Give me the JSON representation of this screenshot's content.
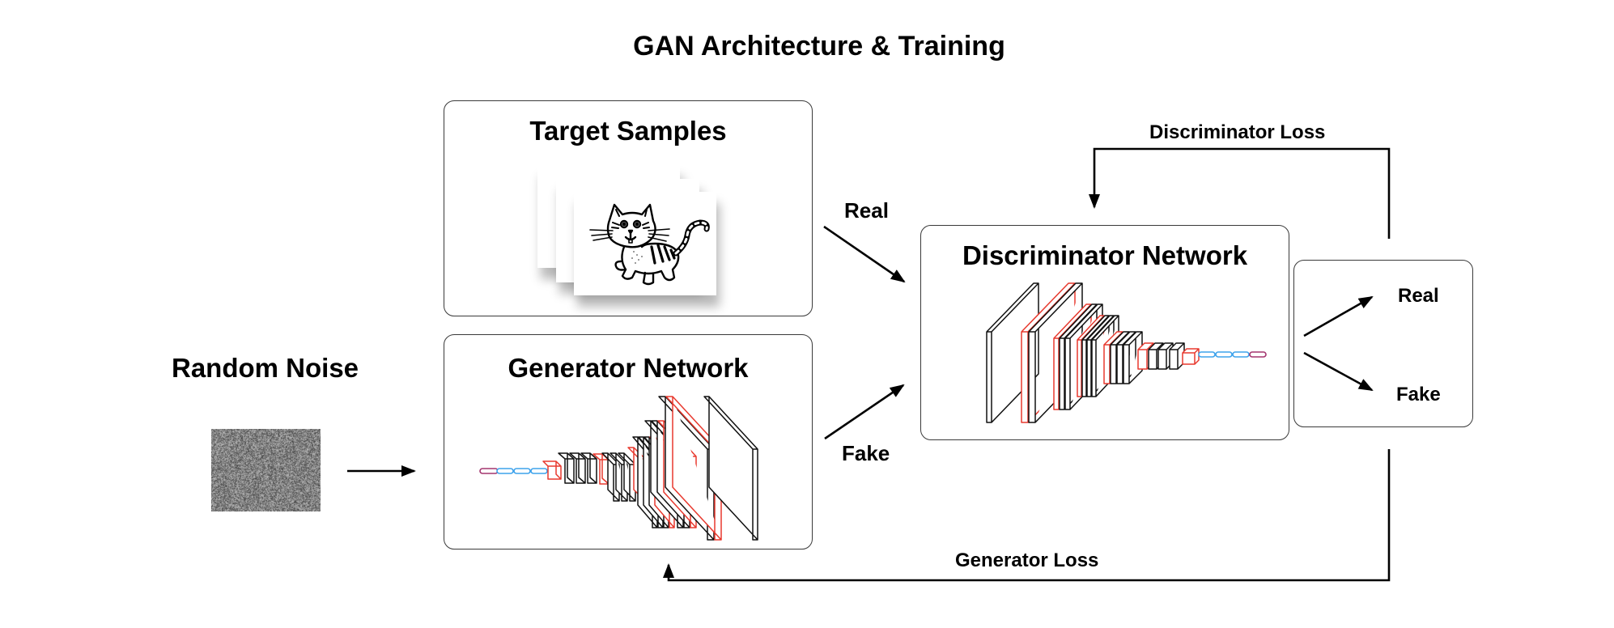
{
  "title": "GAN Architecture & Training",
  "input": {
    "label": "Random Noise",
    "image": "noise-image"
  },
  "target_samples": {
    "title": "Target Samples",
    "image": "cat-drawing-stack",
    "card_count": 3
  },
  "generator": {
    "title": "Generator Network",
    "diagram": "upsampling-layer-stack"
  },
  "discriminator": {
    "title": "Discriminator Network",
    "diagram": "downsampling-layer-stack"
  },
  "inputs_to_discriminator": {
    "real_label": "Real",
    "fake_label": "Fake"
  },
  "output": {
    "real_label": "Real",
    "fake_label": "Fake"
  },
  "losses": {
    "discriminator_loss": "Discriminator Loss",
    "generator_loss": "Generator Loss"
  },
  "colors": {
    "layer_black": "#111111",
    "layer_red": "#e8392e",
    "dense_blue": "#3ea3ec",
    "output_purple": "#a4356f",
    "box_border": "#3a3a3a"
  }
}
